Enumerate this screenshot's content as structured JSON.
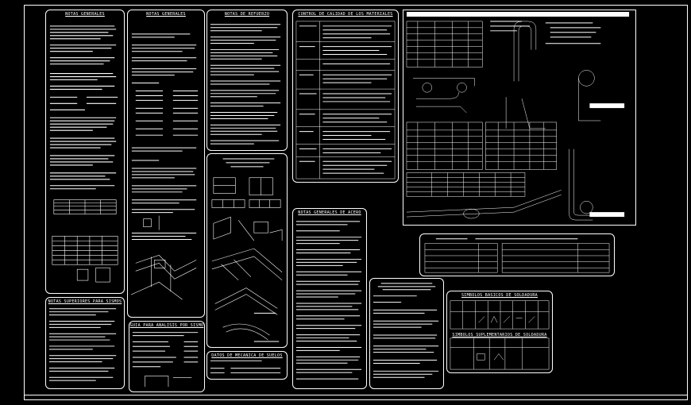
{
  "panels": {
    "notas_generales": {
      "title": "NOTAS GENERALES"
    },
    "notas_generales_2": {
      "title": "NOTAS GENERALES"
    },
    "notas_refuerzo": {
      "title": "NOTAS DE REFUERZO"
    },
    "control_calidad": {
      "title": "CONTROL DE CALIDAD DE LOS MATERIALES"
    },
    "notas_acero": {
      "title": "NOTAS GENERALES DE ACERO"
    },
    "analisis_suelo": {
      "title": "GUIA PARA ANALISIS POR SISMO"
    },
    "notas_sismo": {
      "title": "NOTAS SUPERIORES PARA SISMOS"
    },
    "simbolos_soldadura": {
      "title": "SIMBOLOS BASICOS DE SOLDADURA"
    },
    "simbolos_suplementarios": {
      "title": "SIMBOLOS SUPLEMENTARIOS DE SOLDADURA"
    },
    "detalle_doblez": {
      "title": "DETALLE D-D"
    },
    "datos_mecanica": {
      "title": "DATOS DE MECANICA DE SUELOS"
    }
  },
  "colors": {
    "background": "#000000",
    "lines": "#ffffff"
  }
}
